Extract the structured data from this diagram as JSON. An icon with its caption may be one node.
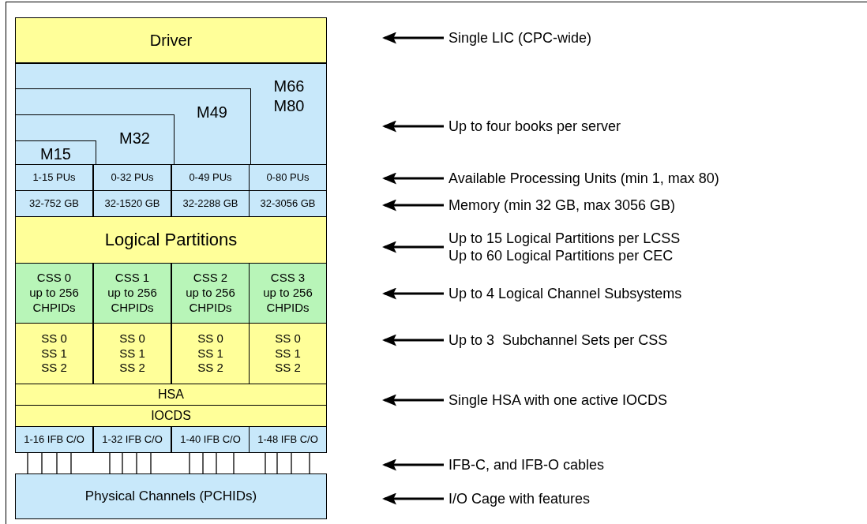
{
  "diagram": {
    "nodes": [
      {
        "text": [
          "Driver"
        ]
      },
      {
        "text": [
          "M66 M80"
        ]
      },
      {
        "text": [
          "M49"
        ],
        "in": 1
      },
      {
        "text": [
          "M32"
        ],
        "in": 2
      },
      {
        "text": [
          "M15"
        ],
        "in": 3
      },
      {
        "text": [
          "1-15 PUs"
        ]
      },
      {
        "text": [
          "0-32 PUs"
        ]
      },
      {
        "text": [
          "0-49 PUs"
        ]
      },
      {
        "text": [
          "0-80 PUs"
        ]
      },
      {
        "text": [
          "32-752 GB"
        ]
      },
      {
        "text": [
          "32-1520 GB"
        ]
      },
      {
        "text": [
          "32-2288 GB"
        ]
      },
      {
        "text": [
          "32-3056 GB"
        ]
      },
      {
        "text": [
          "Logical Partitions"
        ]
      },
      {
        "text": [
          "CSS 0",
          "up to 256 CHPIDs"
        ]
      },
      {
        "text": [
          "CSS 1",
          "up to 256 CHPIDs"
        ]
      },
      {
        "text": [
          "CSS 2",
          "up to 256 CHPIDs"
        ]
      },
      {
        "text": [
          "CSS 3",
          "up to 256 CHPIDs"
        ]
      },
      {
        "text": [
          "SS 0",
          "SS 1",
          "SS 2"
        ]
      },
      {
        "text": [
          "SS 0",
          "SS 1",
          "SS 2"
        ]
      },
      {
        "text": [
          "SS 0",
          "SS 1",
          "SS 2"
        ]
      },
      {
        "text": [
          "SS 0",
          "SS 1",
          "SS 2"
        ]
      },
      {
        "text": [
          "HSA"
        ]
      },
      {
        "text": [
          "IOCDS"
        ]
      },
      {
        "text": [
          "1-16 IFB C/O"
        ]
      },
      {
        "text": [
          "1-32 IFB C/O"
        ]
      },
      {
        "text": [
          "1-40 IFB C/O"
        ]
      },
      {
        "text": [
          "1-48 IFB C/O"
        ]
      },
      {
        "text": [
          "Physical Channels (PCHIDs)"
        ]
      },
      {
        "text": [
          "Single LIC (CPC-wide)"
        ]
      },
      {
        "text": [
          "Up to four books per server"
        ]
      },
      {
        "text": [
          "Available Processing Units (min 1, max 80)"
        ]
      },
      {
        "text": [
          "Memory (min 32 GB, max 3056 GB)"
        ]
      },
      {
        "text": [
          "Up to 15 Logical Partitions per LCSS",
          "Up to 60 Logical Partitions per CEC"
        ]
      },
      {
        "text": [
          "Up to 4 Logical Channel Subsystems"
        ]
      },
      {
        "text": [
          "Up to 3  Subchannel Sets per CSS"
        ]
      },
      {
        "text": [
          "Single HSA with one active IOCDS"
        ]
      },
      {
        "text": [
          "IFB-C, and IFB-O cables"
        ]
      },
      {
        "text": [
          "I/O Cage with features"
        ]
      }
    ],
    "edges": [
      {
        "from": 24,
        "to": 28,
        "arrow": "none"
      },
      {
        "from": 24,
        "to": 28,
        "arrow": "none"
      },
      {
        "from": 24,
        "to": 28,
        "arrow": "none"
      },
      {
        "from": 24,
        "to": 28,
        "arrow": "none"
      },
      {
        "from": 25,
        "to": 28,
        "arrow": "none"
      },
      {
        "from": 25,
        "to": 28,
        "arrow": "none"
      },
      {
        "from": 25,
        "to": 28,
        "arrow": "none"
      },
      {
        "from": 25,
        "to": 28,
        "arrow": "none"
      },
      {
        "from": 26,
        "to": 28,
        "arrow": "none"
      },
      {
        "from": 26,
        "to": 28,
        "arrow": "none"
      },
      {
        "from": 26,
        "to": 28,
        "arrow": "none"
      },
      {
        "from": 26,
        "to": 28,
        "arrow": "none"
      },
      {
        "from": 27,
        "to": 28,
        "arrow": "none"
      },
      {
        "from": 27,
        "to": 28,
        "arrow": "none"
      },
      {
        "from": 27,
        "to": 28,
        "arrow": "none"
      },
      {
        "from": 27,
        "to": 28,
        "arrow": "none"
      },
      {
        "from": 29,
        "to": null,
        "arrow": "to",
        "style": "thick"
      },
      {
        "from": 30,
        "to": null,
        "arrow": "to",
        "style": "thick"
      },
      {
        "from": 31,
        "to": null,
        "arrow": "to",
        "style": "thick"
      },
      {
        "from": 32,
        "to": null,
        "arrow": "to",
        "style": "thick"
      },
      {
        "from": 33,
        "to": null,
        "arrow": "to",
        "style": "thick"
      },
      {
        "from": 34,
        "to": null,
        "arrow": "to",
        "style": "thick"
      },
      {
        "from": 35,
        "to": null,
        "arrow": "to",
        "style": "thick"
      },
      {
        "from": 36,
        "to": null,
        "arrow": "to",
        "style": "thick"
      },
      {
        "from": 37,
        "to": null,
        "arrow": "to",
        "style": "thick"
      },
      {
        "from": 38,
        "to": null,
        "arrow": "to",
        "style": "thick"
      }
    ]
  }
}
